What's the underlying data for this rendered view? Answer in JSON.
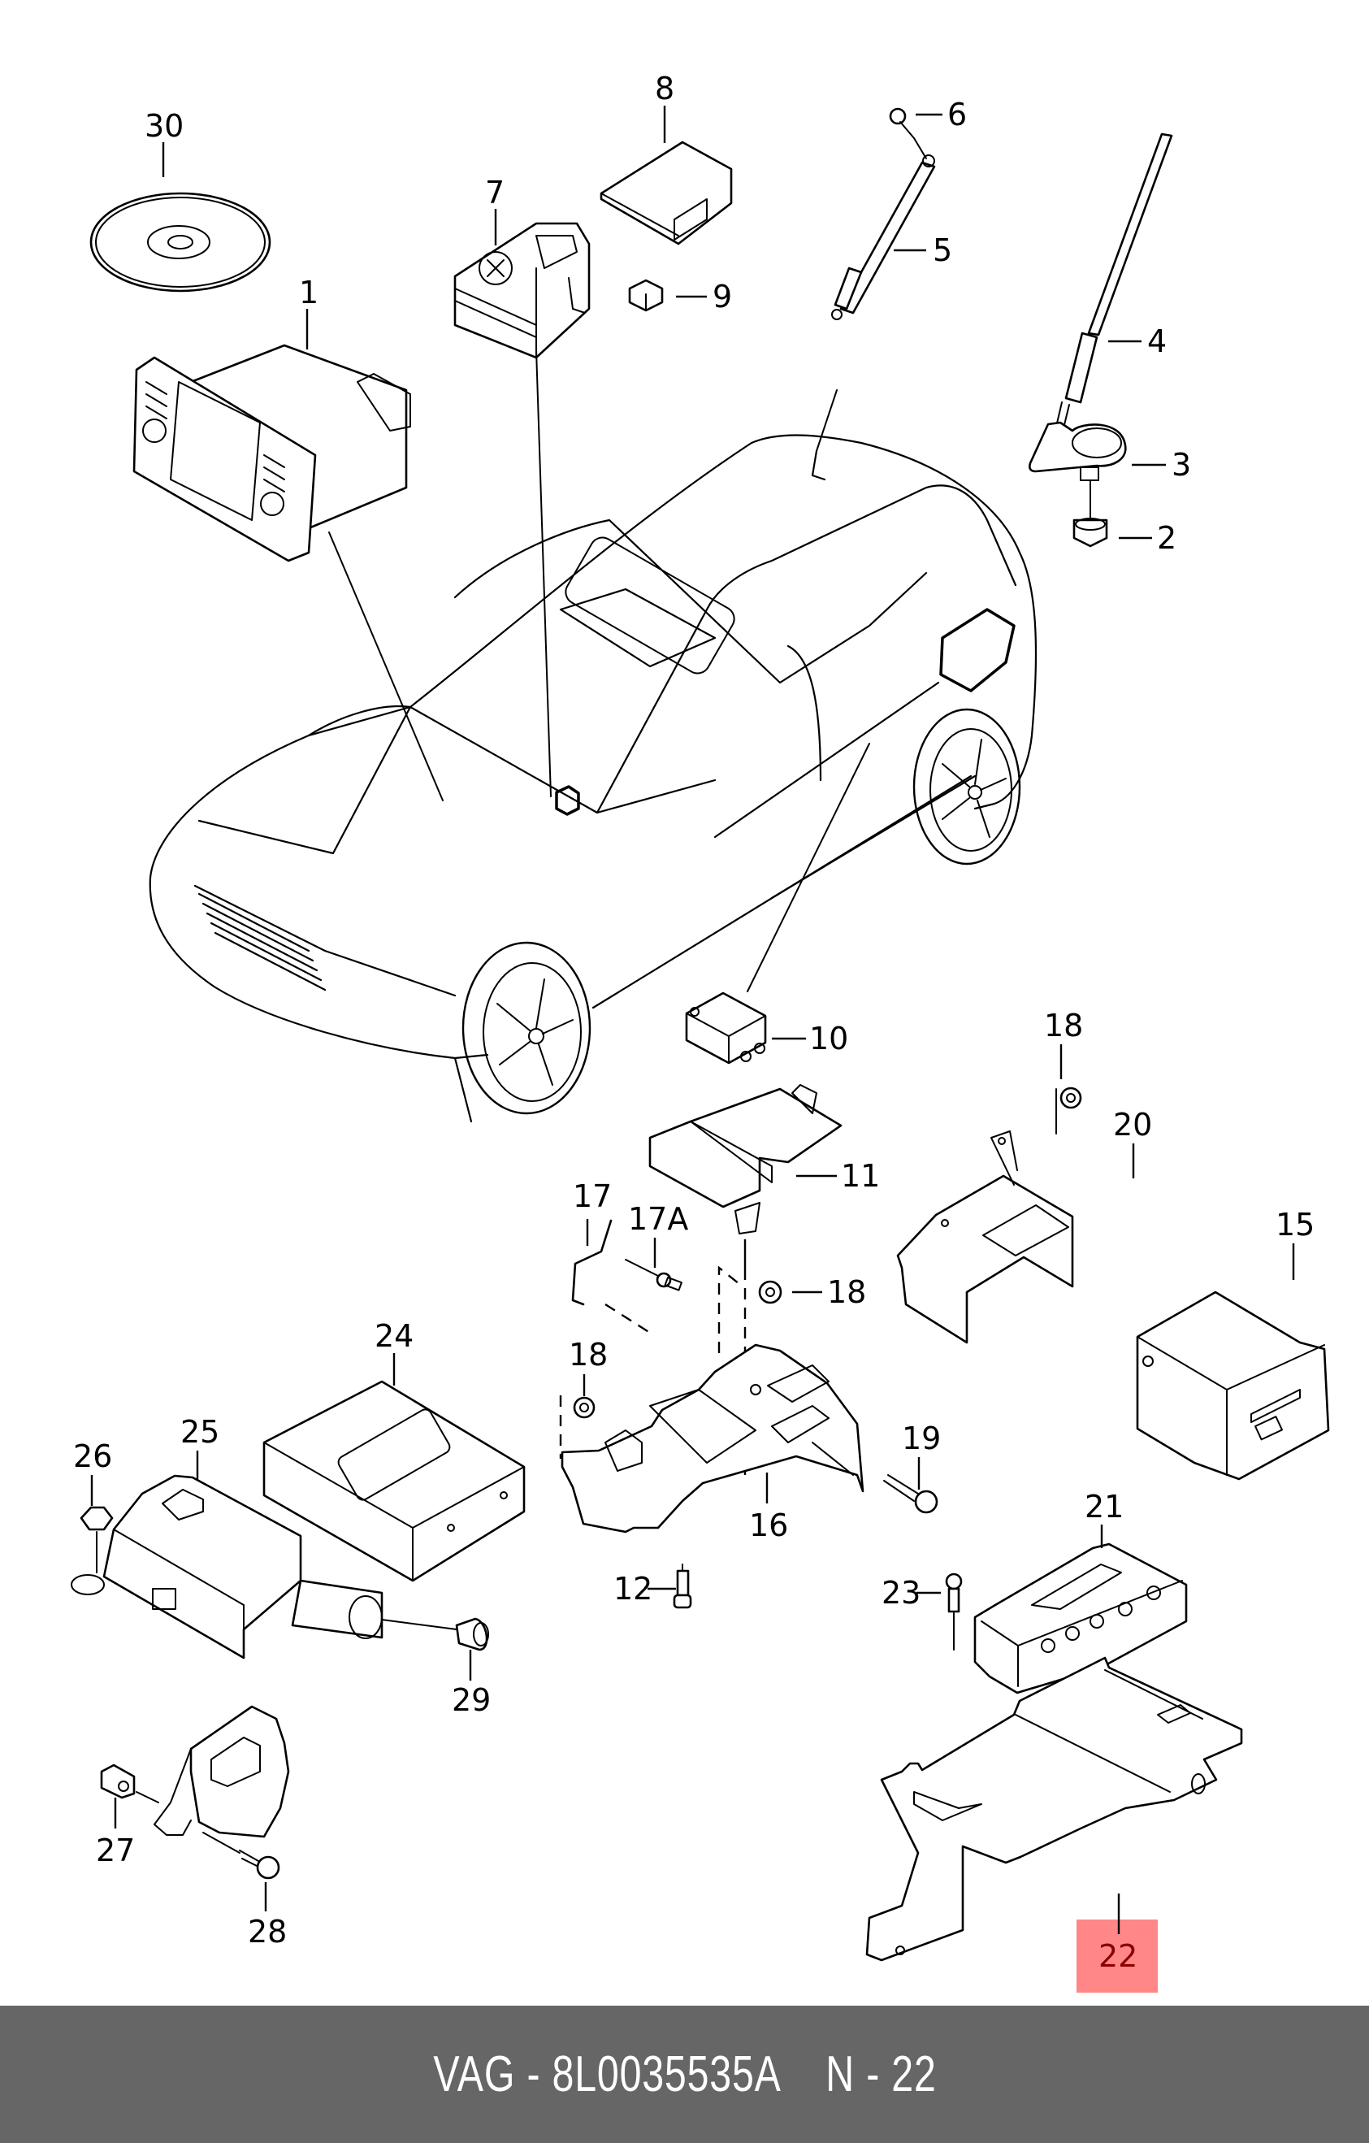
{
  "diagram": {
    "type": "exploded-parts-view",
    "subject": "vehicle radio/navigation system components",
    "highlighted_callout": "22",
    "highlight_color": "#ff8080",
    "callouts": [
      {
        "id": "30",
        "label": "30"
      },
      {
        "id": "1",
        "label": "1"
      },
      {
        "id": "7",
        "label": "7"
      },
      {
        "id": "8",
        "label": "8"
      },
      {
        "id": "9",
        "label": "9"
      },
      {
        "id": "6",
        "label": "6"
      },
      {
        "id": "5",
        "label": "5"
      },
      {
        "id": "4",
        "label": "4"
      },
      {
        "id": "3",
        "label": "3"
      },
      {
        "id": "2",
        "label": "2"
      },
      {
        "id": "10",
        "label": "10"
      },
      {
        "id": "11",
        "label": "11"
      },
      {
        "id": "17",
        "label": "17"
      },
      {
        "id": "17A",
        "label": "17A"
      },
      {
        "id": "18a",
        "label": "18"
      },
      {
        "id": "18b",
        "label": "18"
      },
      {
        "id": "18c",
        "label": "18"
      },
      {
        "id": "20",
        "label": "20"
      },
      {
        "id": "15",
        "label": "15"
      },
      {
        "id": "24",
        "label": "24"
      },
      {
        "id": "25",
        "label": "25"
      },
      {
        "id": "26",
        "label": "26"
      },
      {
        "id": "16",
        "label": "16"
      },
      {
        "id": "19",
        "label": "19"
      },
      {
        "id": "12",
        "label": "12"
      },
      {
        "id": "29",
        "label": "29"
      },
      {
        "id": "21",
        "label": "21"
      },
      {
        "id": "23",
        "label": "23"
      },
      {
        "id": "27",
        "label": "27"
      },
      {
        "id": "28",
        "label": "28"
      },
      {
        "id": "22",
        "label": "22"
      }
    ]
  },
  "footer": {
    "brand": "VAG",
    "part_number": "8L0035535A",
    "position": "N - 22",
    "separator": " - "
  }
}
